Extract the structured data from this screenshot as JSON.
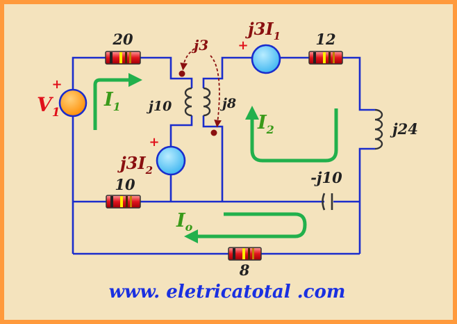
{
  "resistors": {
    "r20": {
      "value": "20"
    },
    "r12": {
      "value": "12"
    },
    "r10": {
      "value": "10"
    },
    "r8": {
      "value": "8"
    }
  },
  "inductors": {
    "l10": {
      "value": "j10"
    },
    "l8": {
      "value": "j8"
    },
    "l24": {
      "value": "j24"
    },
    "mutual": {
      "value": "j3"
    }
  },
  "capacitor": {
    "value": "-j10"
  },
  "sources": {
    "v1": {
      "label": "V",
      "sub": "1",
      "plus": "+"
    },
    "dep_top": {
      "label": "j3I",
      "sub": "1",
      "plus": "+"
    },
    "dep_mid": {
      "label": "j3I",
      "sub": "2",
      "plus": "+"
    }
  },
  "currents": {
    "i1": {
      "label": "I",
      "sub": "1"
    },
    "i2": {
      "label": "I",
      "sub": "2"
    },
    "io": {
      "label": "I",
      "sub": "o"
    }
  },
  "footer": {
    "website": "www. eletricatotal .com"
  },
  "colors": {
    "background": "#f4e3bd",
    "border": "#ff9a3c",
    "wire": "#1a2ccc",
    "source_v1": "#ffa21a",
    "source_dep": "#63c8f4",
    "loop_arrows": "#22b04c",
    "labels": "#222222",
    "mutual": "#8a1010",
    "v1_label": "#e0101a",
    "website": "#1a30e0"
  }
}
